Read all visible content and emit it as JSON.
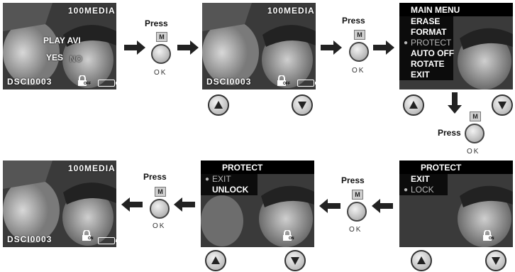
{
  "colors": {
    "osd_text": "#ffffff",
    "dim_text": "#9a9a9a",
    "arrow": "#222222",
    "menu_bg": "#000000"
  },
  "screen1": {
    "header": "100MEDIA",
    "prompt": "PLAY AVI",
    "yes": "YES",
    "no": "NO",
    "filename": "DSCI0003",
    "lock_tag": "OFF"
  },
  "screen2": {
    "header": "100MEDIA",
    "filename": "DSCI0003",
    "lock_tag": "OFF"
  },
  "screen3": {
    "title": "MAIN MENU",
    "items": [
      "ERASE",
      "FORMAT",
      "PROTECT",
      "AUTO OFF",
      "ROTATE",
      "EXIT"
    ],
    "selected": "PROTECT"
  },
  "screen4": {
    "title": "PROTECT",
    "items": [
      "EXIT",
      "LOCK"
    ],
    "selected": "LOCK",
    "lock_tag": "ON"
  },
  "screen5": {
    "title": "PROTECT",
    "items": [
      "EXIT",
      "UNLOCK"
    ],
    "selected": "EXIT",
    "lock_tag": "ON"
  },
  "screen6": {
    "header": "100MEDIA",
    "filename": "DSCI0003",
    "lock_tag": "ON"
  },
  "press_step": {
    "label": "Press",
    "m_key": "M",
    "ok_label": "OK"
  },
  "nav_icons": [
    "up-arrow-button",
    "down-arrow-button"
  ]
}
